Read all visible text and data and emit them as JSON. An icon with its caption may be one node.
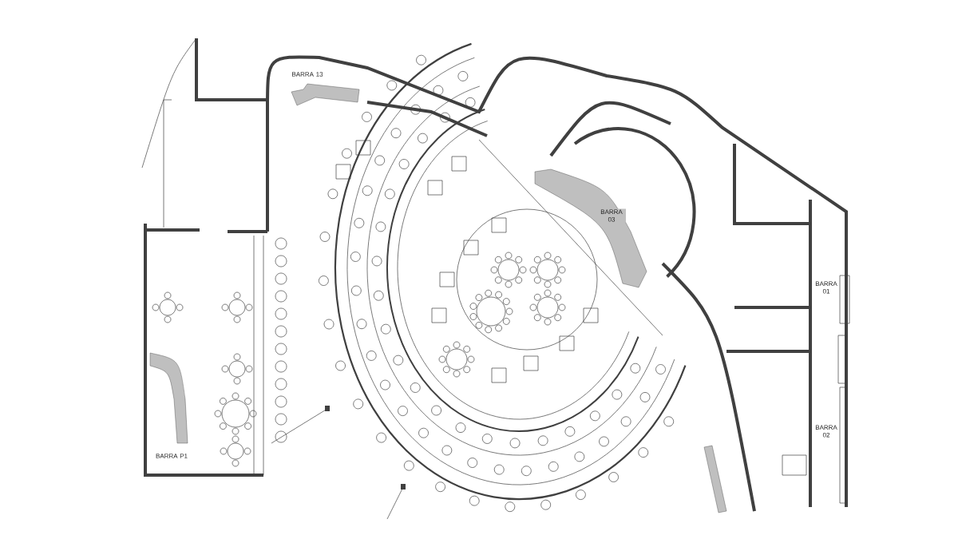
{
  "diagram": {
    "labels": [
      "BARRA 13",
      "BARRA 03",
      "BARRA 01",
      "BARRA 02",
      "BARRA P1"
    ]
  }
}
